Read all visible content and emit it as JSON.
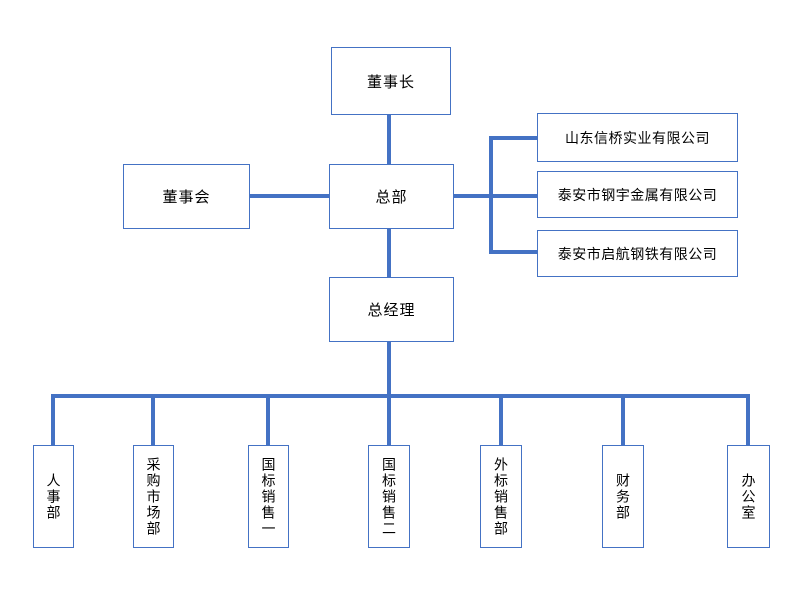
{
  "org_chart": {
    "type": "organization-chart",
    "chairman": "董事长",
    "board": "董事会",
    "headquarters": "总部",
    "general_manager": "总经理",
    "companies": [
      "山东信桥实业有限公司",
      "泰安市钢宇金属有限公司",
      "泰安市启航钢铁有限公司"
    ],
    "departments": [
      "人事部",
      "采购市场部",
      "国标销售一",
      "国标销售二",
      "外标销售部",
      "财务部",
      "办公室"
    ],
    "edges": [
      "董事长 → 总部",
      "董事会 — 总部",
      "总部 → 山东信桥实业有限公司",
      "总部 → 泰安市钢宇金属有限公司",
      "总部 → 泰安市启航钢铁有限公司",
      "总部 → 总经理",
      "总经理 → 人事部",
      "总经理 → 采购市场部",
      "总经理 → 国标销售一",
      "总经理 → 国标销售二",
      "总经理 → 外标销售部",
      "总经理 → 财务部",
      "总经理 → 办公室"
    ]
  },
  "colors": {
    "line": "#4472C4",
    "text": "#000000",
    "bg": "#FFFFFF"
  }
}
